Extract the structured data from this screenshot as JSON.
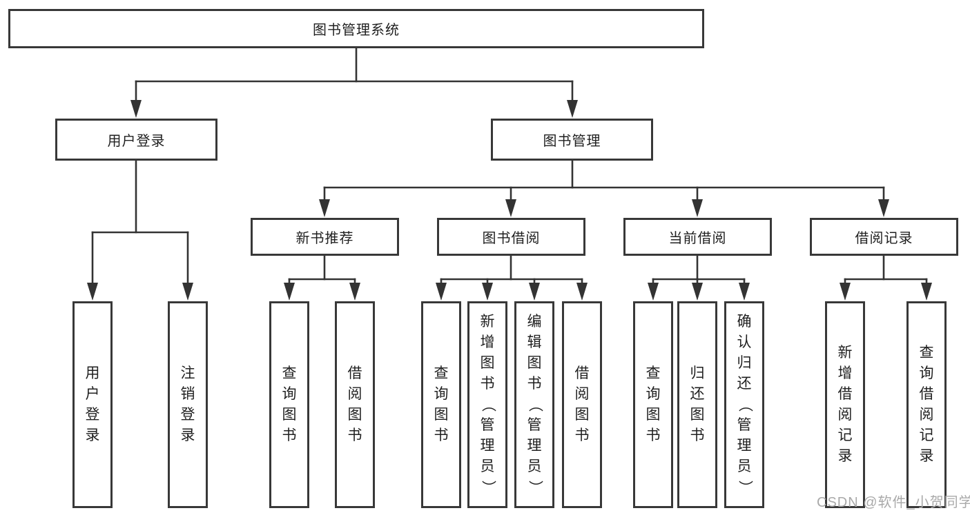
{
  "nodes": {
    "root": "图书管理系统",
    "level2": {
      "user_login": "用户登录",
      "book_management": "图书管理"
    },
    "level3": {
      "new_book_recommend": "新书推荐",
      "book_borrowing": "图书借阅",
      "current_borrowing": "当前借阅",
      "borrowing_records": "借阅记录"
    },
    "leaves": {
      "user_login_group": [
        "用户登录",
        "注销登录"
      ],
      "recommend_group": [
        "查询图书",
        "借阅图书"
      ],
      "borrowing_group": [
        "查询图书",
        "新增图书（管理员）",
        "编辑图书（管理员）",
        "借阅图书"
      ],
      "current_group": [
        "查询图书",
        "归还图书",
        "确认归还（管理员）"
      ],
      "records_group": [
        "新增借阅记录",
        "查询借阅记录"
      ]
    }
  },
  "watermark": {
    "text": "CSDN @软件_小贺同学"
  },
  "colors": {
    "line": "#333333",
    "border": "#383838",
    "fill": "#ffffff",
    "text": "#1f1f1f",
    "watermark": "#a9a9a9"
  }
}
